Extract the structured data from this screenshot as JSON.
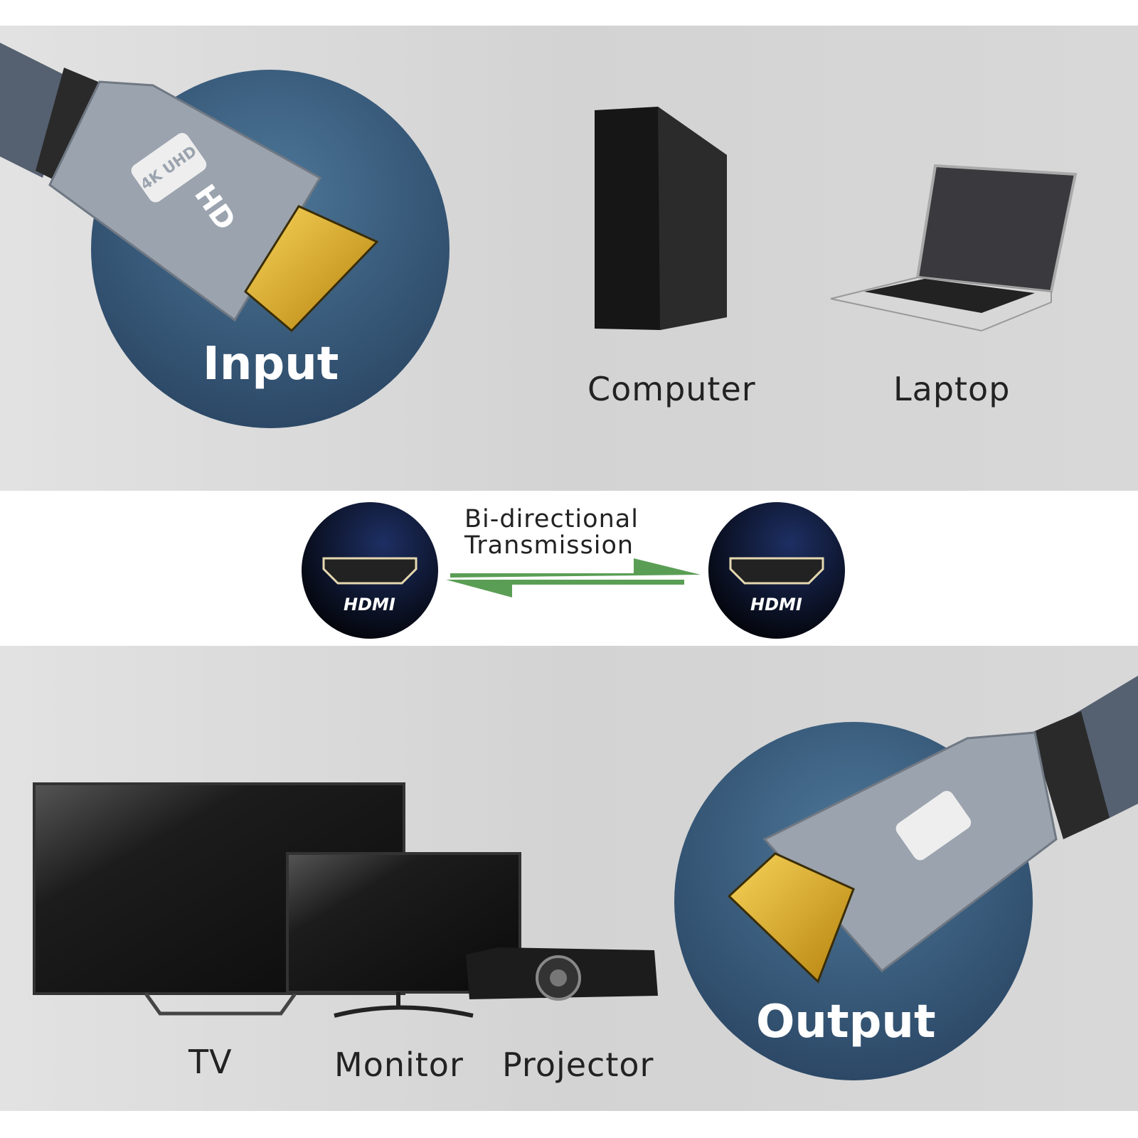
{
  "top": {
    "connector_label": "Input",
    "connector_marks": [
      "4K UHD",
      "HD"
    ],
    "devices": [
      {
        "label": "Computer",
        "icon": "desktop-tower-icon"
      },
      {
        "label": "Laptop",
        "icon": "laptop-icon"
      }
    ]
  },
  "middle": {
    "caption_line1": "Bi-directional",
    "caption_line2": "Transmission",
    "port_left": "HDMI",
    "port_right": "HDMI",
    "arrow_color": "#5a9e55"
  },
  "bottom": {
    "connector_label": "Output",
    "devices": [
      {
        "label": "TV",
        "icon": "tv-icon"
      },
      {
        "label": "Monitor",
        "icon": "monitor-icon"
      },
      {
        "label": "Projector",
        "icon": "projector-icon"
      }
    ]
  },
  "colors": {
    "circle": "#3f6283",
    "gold": "#e3b52a",
    "shell": "#9aa3ae",
    "port_circle": "#0f1a3a"
  }
}
